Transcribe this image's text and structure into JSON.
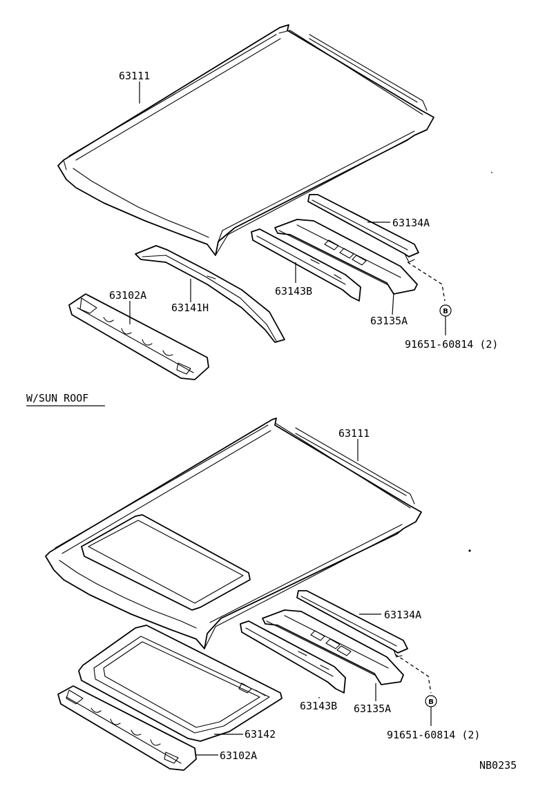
{
  "section_label": "W/SUN ROOF",
  "diagram_code": "NB0235",
  "bolt_marker": "B",
  "top_assembly": {
    "roof_panel": "63111",
    "rail_rear": "63134A",
    "rail_center_b": "63143B",
    "rail_center_a": "63135A",
    "bow_front": "63141H",
    "header_front": "63102A",
    "bolt": "91651-60814 (2)"
  },
  "bottom_assembly": {
    "roof_panel": "63111",
    "rail_rear": "63134A",
    "rail_center_b": "63143B",
    "rail_center_a": "63135A",
    "sunroof_frame": "63142",
    "header_front": "63102A",
    "bolt": "91651-60814 (2)"
  }
}
